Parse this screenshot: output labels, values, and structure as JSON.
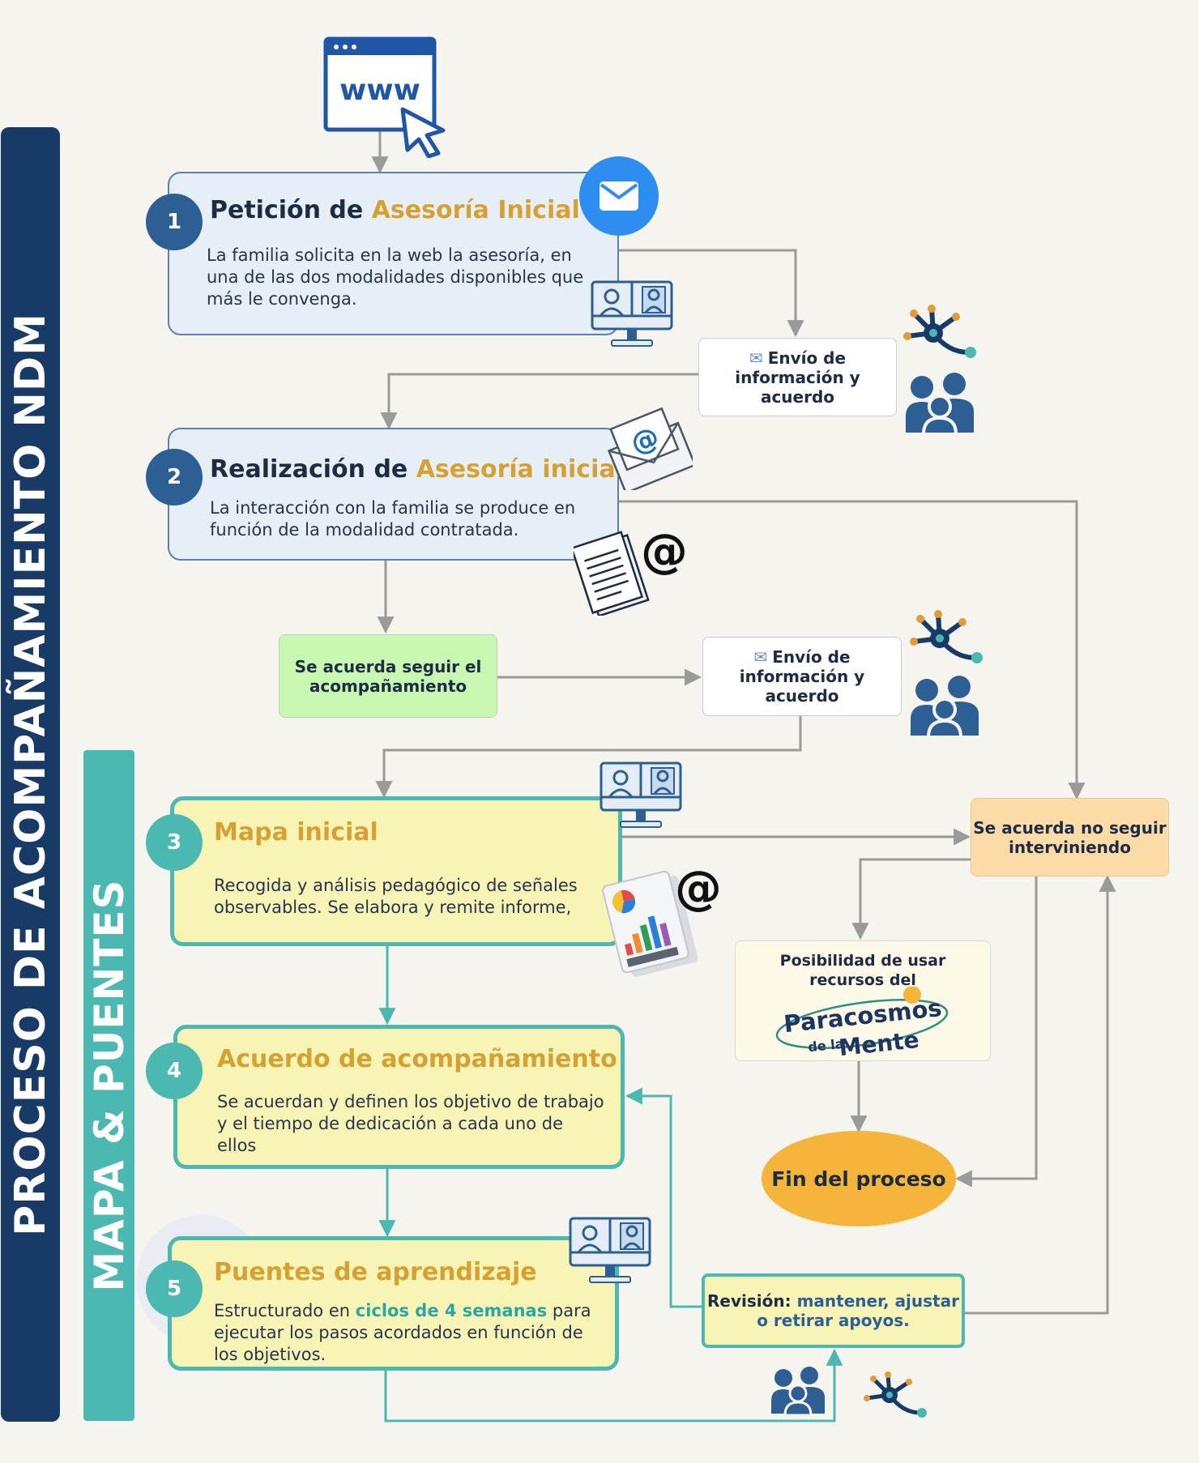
{
  "sidebar": {
    "main_label": "PROCESO DE ACOMPAÑAMIENTO NDM",
    "sub_label": "MAPA & PUENTES"
  },
  "browser_icon": {
    "text": "www"
  },
  "steps": [
    {
      "number": "1",
      "title_prefix": "Petición de ",
      "title_accent": "Asesoría Inicial",
      "description": "La familia solicita en la web la asesoría, en una de las dos modalidades disponibles que más le convenga."
    },
    {
      "number": "2",
      "title_prefix": "Realización de ",
      "title_accent": "Asesoría inicial",
      "description": "La interacción con la familia se produce en función de la modalidad contratada."
    },
    {
      "number": "3",
      "title_accent": "Mapa inicial",
      "description": "Recogida y análisis pedagógico de señales observables. Se elabora y remite informe,"
    },
    {
      "number": "4",
      "title_accent": "Acuerdo de acompañamiento",
      "description": "Se acuerdan y definen los objetivo de trabajo y el tiempo de dedicación a cada uno de ellos"
    },
    {
      "number": "5",
      "title_accent": "Puentes de aprendizaje",
      "description_before": "Estructurado en ",
      "description_highlight": "ciclos de 4 semanas",
      "description_after": " para ejecutar los pasos acordados en función de los objetivos."
    }
  ],
  "nodes": {
    "envio_1": "Envío de información y acuerdo",
    "envio_2": "Envío de información y acuerdo",
    "seguir": "Se acuerda  seguir el acompañamiento",
    "no_seguir": "Se acuerda no seguir interviniendo",
    "paracosmos_label": "Posibilidad de usar recursos del",
    "paracosmos_logo_main_1": "Paracosmos",
    "paracosmos_logo_small": "de la",
    "paracosmos_logo_main_2": "Mente",
    "fin": "Fin del proceso",
    "revision_prefix": "Revisión: ",
    "revision_rest": "mantener, ajustar o retirar apoyos."
  },
  "colors": {
    "navy": "#173a67",
    "teal": "#4cb8b2",
    "accent_gold": "#d7a132",
    "step_blue_bg": "#e6eef7",
    "step_yellow_bg": "#f8f4b6",
    "green_node": "#c8f7b1",
    "peach_node": "#fbdba8",
    "end_node": "#f5b43a",
    "connector_gray": "#9a9a9a"
  }
}
